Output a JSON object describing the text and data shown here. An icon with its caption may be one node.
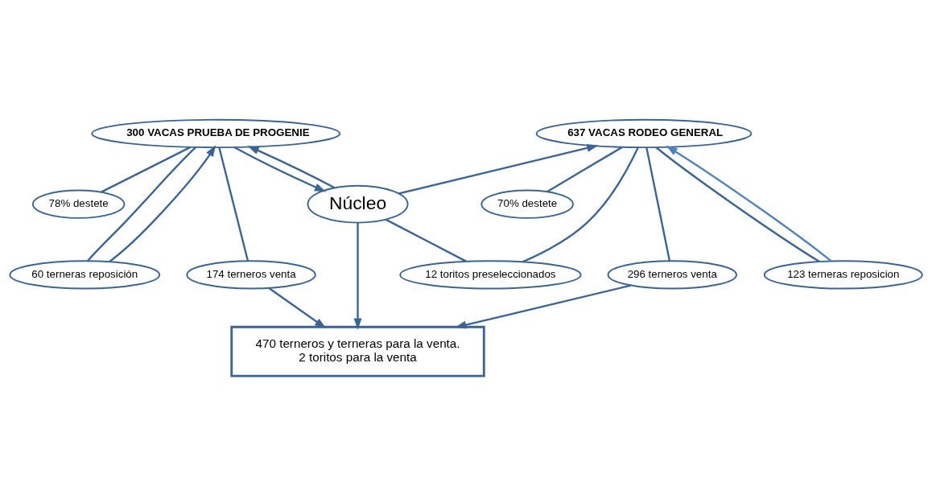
{
  "diagram": {
    "nodes": [
      {
        "text": [
          "300 VACAS PRUEBA DE PROGENIE"
        ]
      },
      {
        "text": [
          "637 VACAS RODEO GENERAL"
        ]
      },
      {
        "text": [
          "78% destete"
        ]
      },
      {
        "text": [
          "70% destete"
        ]
      },
      {
        "text": [
          "60 terneras reposición"
        ]
      },
      {
        "text": [
          "174 terneros venta"
        ]
      },
      {
        "text": [
          "Núcleo"
        ]
      },
      {
        "text": [
          "12 toritos preseleccionados"
        ]
      },
      {
        "text": [
          "296 terneros venta"
        ]
      },
      {
        "text": [
          "123 terneras reposicion"
        ]
      },
      {
        "text": [
          "470 terneros y terneras para la venta.",
          "2 toritos para la venta"
        ]
      }
    ],
    "edges": [
      {
        "from": 0,
        "to": 2,
        "arrow": "none"
      },
      {
        "from": 0,
        "to": 4,
        "arrow": "none"
      },
      {
        "from": 0,
        "to": 5,
        "arrow": "none"
      },
      {
        "from": 0,
        "to": 6,
        "arrow": "to"
      },
      {
        "from": 6,
        "to": 0,
        "arrow": "to"
      },
      {
        "from": 4,
        "to": 0,
        "arrow": "to"
      },
      {
        "from": 5,
        "to": 10,
        "arrow": "to"
      },
      {
        "from": 6,
        "to": 1,
        "arrow": "to"
      },
      {
        "from": 6,
        "to": 10,
        "arrow": "to"
      },
      {
        "from": 6,
        "to": 7,
        "arrow": "none"
      },
      {
        "from": 1,
        "to": 3,
        "arrow": "none"
      },
      {
        "from": 1,
        "to": 7,
        "arrow": "none"
      },
      {
        "from": 1,
        "to": 8,
        "arrow": "none"
      },
      {
        "from": 1,
        "to": 9,
        "arrow": "none"
      },
      {
        "from": 9,
        "to": 1,
        "arrow": "to",
        "color": "#4f81bd"
      },
      {
        "from": 8,
        "to": 10,
        "arrow": "to"
      }
    ]
  }
}
